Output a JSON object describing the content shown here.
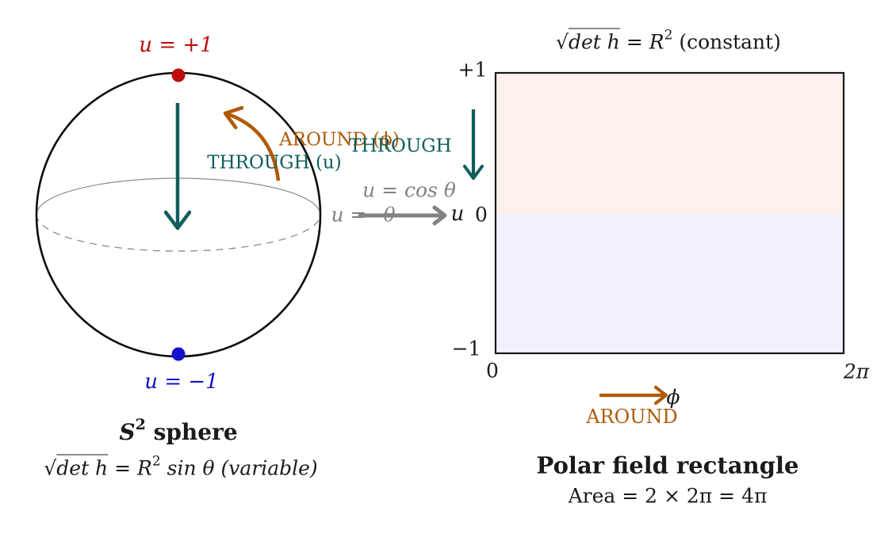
{
  "figure": {
    "background": "#ffffff",
    "colors": {
      "pole_north_red": "#bd0d0d",
      "pole_south_blue": "#1212cc",
      "through_teal": "#0e5c5c",
      "around_orange": "#b05a07",
      "mapping_gray": "#828282",
      "line_black": "#1a1a1a",
      "rect_top_fill": "#fdf1ee",
      "rect_bottom_fill": "#f1f2fc"
    }
  },
  "sphere": {
    "north_pole_label": "u = +1",
    "south_pole_label": "u = −1",
    "through_label": "THROUGH (u)",
    "around_label": "AROUND (ϕ)",
    "caption": {
      "s": "S",
      "sup": "2",
      "rest": " sphere"
    },
    "formula": {
      "sqrt": "√",
      "radicand": "det h",
      "mid": " = R",
      "sup": "2",
      "tail": " sin θ (variable)"
    }
  },
  "mapping": {
    "relation": "u = cos θ",
    "from_prefix": "u =",
    "from_var": "θ",
    "to_var": "u",
    "through_label": "THROUGH"
  },
  "rectangle": {
    "title": {
      "sqrt": "√",
      "radicand": "det h",
      "mid": " = R",
      "sup": "2",
      "tail": " (constant)"
    },
    "yticks": {
      "top": "+1",
      "mid": "0",
      "bottom": "−1"
    },
    "xticks": {
      "left": "0",
      "right": "2π"
    },
    "x_axis_var": "ϕ",
    "around_label": "AROUND",
    "caption": "Polar field rectangle",
    "formula": "Area = 2 × 2π = 4π"
  }
}
